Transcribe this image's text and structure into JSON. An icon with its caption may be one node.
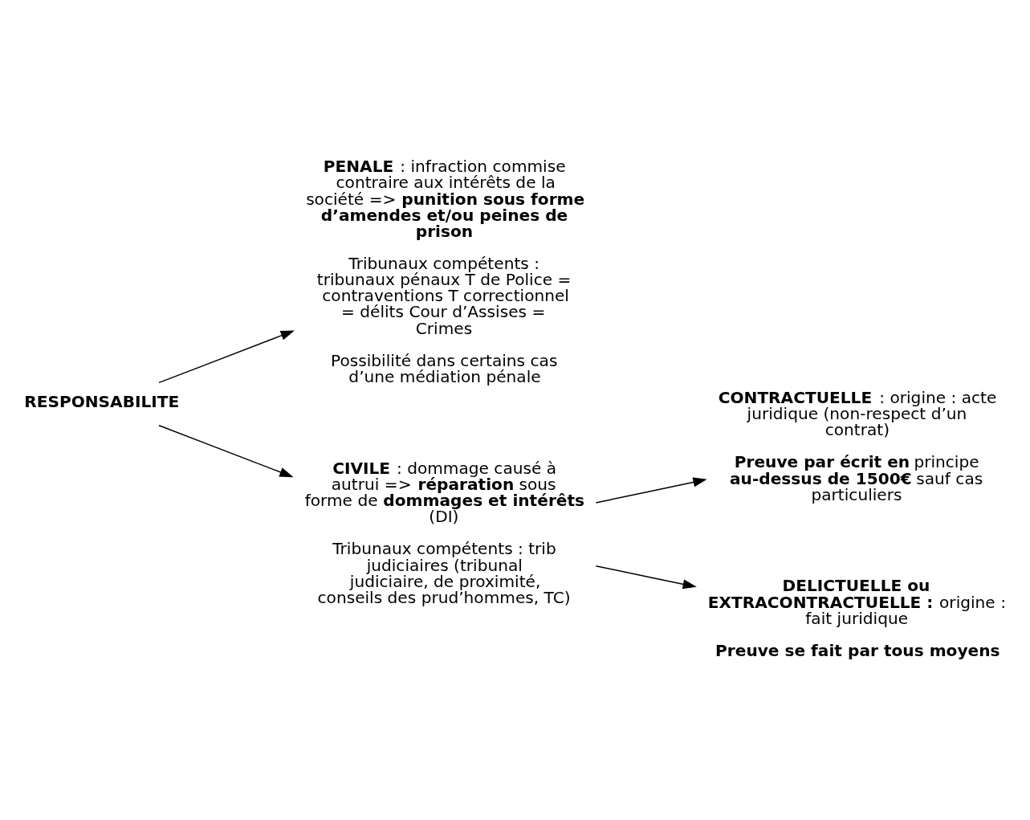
{
  "diagram": {
    "nodes": [
      {
        "text": [
          "**RESPONSABILITE**"
        ]
      },
      {
        "text": [
          "**PENALE** : infraction commise contraire aux intérêts de la société => **punition sous forme d’amendes et/ou peines de prison**",
          "Tribunaux compétents : tribunaux pénaux T de Police = contraventions T correctionnel = délits Cour d’Assises = Crimes",
          "Possibilité dans certains cas d’une médiation pénale"
        ]
      },
      {
        "text": [
          "**CIVILE** : dommage causé à autrui => **réparation** sous forme de **dommages et intérêts** (DI)",
          "Tribunaux compétents : trib judiciaires (tribunal judiciaire, de proximité, conseils des prud’hommes, TC)"
        ]
      },
      {
        "text": [
          "**CONTRACTUELLE** : origine : acte juridique (non-respect d’un contrat)",
          "**Preuve par écrit en** principe **au-dessus de 1500€** sauf cas particuliers"
        ]
      },
      {
        "text": [
          "**DELICTUELLE ou EXTRACONTRACTUELLE :** origine : fait juridique",
          "**Preuve se fait par tous moyens**"
        ]
      }
    ],
    "edges": [
      {
        "from": 0,
        "to": 1,
        "arrow": "to"
      },
      {
        "from": 0,
        "to": 2,
        "arrow": "to"
      },
      {
        "from": 2,
        "to": 3,
        "arrow": "to"
      },
      {
        "from": 2,
        "to": 4,
        "arrow": "to"
      }
    ]
  }
}
